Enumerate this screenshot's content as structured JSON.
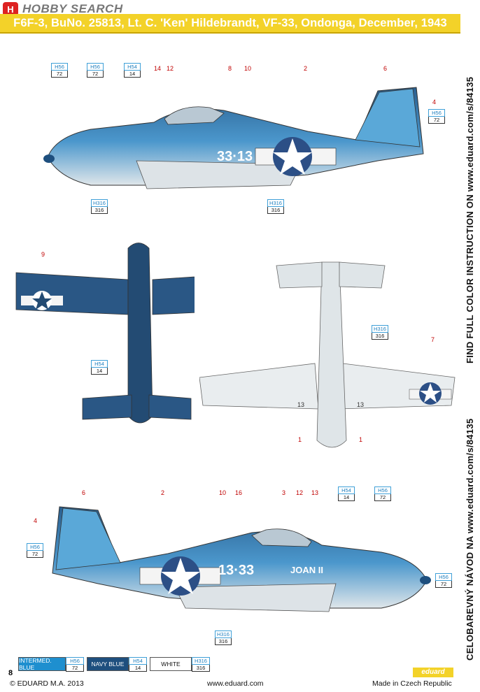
{
  "watermark": {
    "logo": "H",
    "text": "HOBBY SEARCH"
  },
  "title": "F6F-3, BuNo. 25813, Lt. C. 'Ken' Hildebrandt, VF-33, Ondonga, December, 1943",
  "side_text_right": "FIND FULL COLOR INSTRUCTION ON www.eduard.com/s/84135",
  "side_text_left": "CELOBAREVNÝ NÁVOD NA www.eduard.com/s/84135",
  "markings": {
    "fuselage_a": "33·13",
    "fuselage_b": "13·33",
    "nose_art": "JOAN II",
    "wing_number": "13"
  },
  "callouts": {
    "top_view": [
      "14",
      "12",
      "8",
      "10",
      "2",
      "6",
      "4"
    ],
    "plan_view": [
      "9",
      "7",
      "1",
      "1"
    ],
    "bottom_view": [
      "6",
      "4",
      "2",
      "10",
      "16",
      "3",
      "12",
      "13"
    ]
  },
  "color_codes": [
    {
      "h": "H56",
      "n": "72"
    },
    {
      "h": "H54",
      "n": "14"
    },
    {
      "h": "H316",
      "n": "316"
    }
  ],
  "legend": [
    {
      "name": "INTERMED. BLUE",
      "h": "H56",
      "n": "72",
      "bg": "#1e8fcf",
      "fg": "#ffffff"
    },
    {
      "name": "NAVY BLUE",
      "h": "H54",
      "n": "14",
      "bg": "#1e4f7e",
      "fg": "#ffffff"
    },
    {
      "name": "WHITE",
      "h": "H316",
      "n": "316",
      "bg": "#ffffff",
      "fg": "#111111"
    }
  ],
  "page_number": "8",
  "footer": {
    "left": "© EDUARD  M.A. 2013",
    "center": "www.eduard.com",
    "right": "Made in Czech Republic"
  },
  "brand": "eduard",
  "colors": {
    "title_bar": "#f3d229",
    "navy_blue": "#1e4f7e",
    "intermed_blue": "#3e8fc4",
    "white": "#f4f4f4",
    "callout": "#c00000",
    "code_border": "#3fa0d8"
  }
}
